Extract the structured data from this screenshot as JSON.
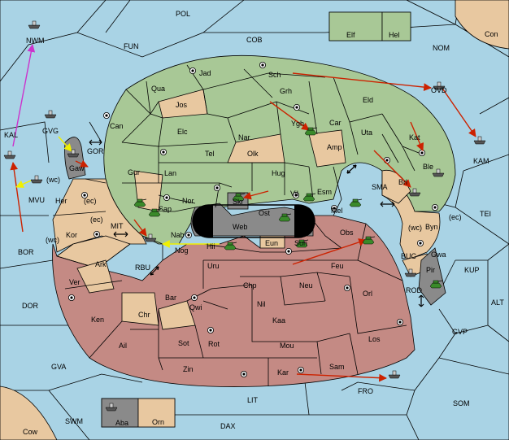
{
  "colors": {
    "sea": "#a9d3e5",
    "green_power": "#a8c896",
    "tan_neutral": "#e8c8a0",
    "red_power": "#c48a84",
    "gray_power": "#8a8a8a",
    "move_order": "#cc2200",
    "support_yellow": "#f0f000",
    "support_magenta": "#cc33cc"
  },
  "labels": {
    "pol": "POL",
    "fun": "FUN",
    "cob": "COB",
    "nom": "NOM",
    "con": "Con",
    "elf": "Elf",
    "hel": "Hel",
    "nwm": "NWM",
    "jad": "Jad",
    "sch": "Sch",
    "qua": "Qua",
    "jos": "Jos",
    "grh": "Grh",
    "eld": "Eld",
    "ovd": "OVD",
    "can": "Can",
    "ygh": "Ygh",
    "car": "Car",
    "uta": "Uta",
    "elc": "Elc",
    "nar": "Nar",
    "kal": "KAL",
    "gvg": "GVG",
    "gor": "GOR",
    "kat": "Kat",
    "kam": "KAM",
    "amp": "Amp",
    "tel": "Tel",
    "olk": "Olk",
    "gaw": "Gaw",
    "gur": "Gur",
    "lan": "Lan",
    "hug": "Hug",
    "ble": "Ble",
    "wc1": "(wc)",
    "mvu": "MVU",
    "brl": "Brl",
    "esm": "Esm",
    "sma": "SMA",
    "skr": "Skr",
    "vil": "Vil",
    "her": "Her",
    "ec1": "(ec)",
    "nor": "Nor",
    "mel": "Mel",
    "tei": "TEI",
    "sap": "Sap",
    "web": "Web",
    "ost": "Ost",
    "wc2": "(wc)",
    "byn": "Byn",
    "ec2": "(ec)",
    "ec3": "(ec)",
    "kor": "Kor",
    "mit": "MIT",
    "nab": "Nab",
    "obs": "Obs",
    "wc3": "(wc)",
    "bor": "BOR",
    "eun": "Eun",
    "sun": "Sun",
    "gwa": "Gwa",
    "kup": "KUP",
    "hii": "Hii",
    "nog": "Nog",
    "buc": "BUC",
    "rbu": "RBU",
    "ark": "Ark",
    "uru": "Uru",
    "feu": "Feu",
    "pir": "Pir",
    "ver": "Ver",
    "chp": "Chp",
    "neu": "Neu",
    "orl": "Orl",
    "rod": "ROD",
    "bar": "Bar",
    "qwi": "Qwi",
    "nil": "Nil",
    "alt": "ALT",
    "dor": "DOR",
    "ken": "Ken",
    "chr": "Chr",
    "kaa": "Kaa",
    "gvp": "GVP",
    "los": "Los",
    "ail": "Ail",
    "sot": "Sot",
    "rot": "Rot",
    "mou": "Mou",
    "gva": "GVA",
    "zin": "Zin",
    "sam": "Sam",
    "kar": "Kar",
    "fro": "FRO",
    "lit": "LIT",
    "som": "SOM",
    "swm": "SWM",
    "aba": "Aba",
    "orn": "Orn",
    "dax": "DAX",
    "cow": "Cow"
  }
}
